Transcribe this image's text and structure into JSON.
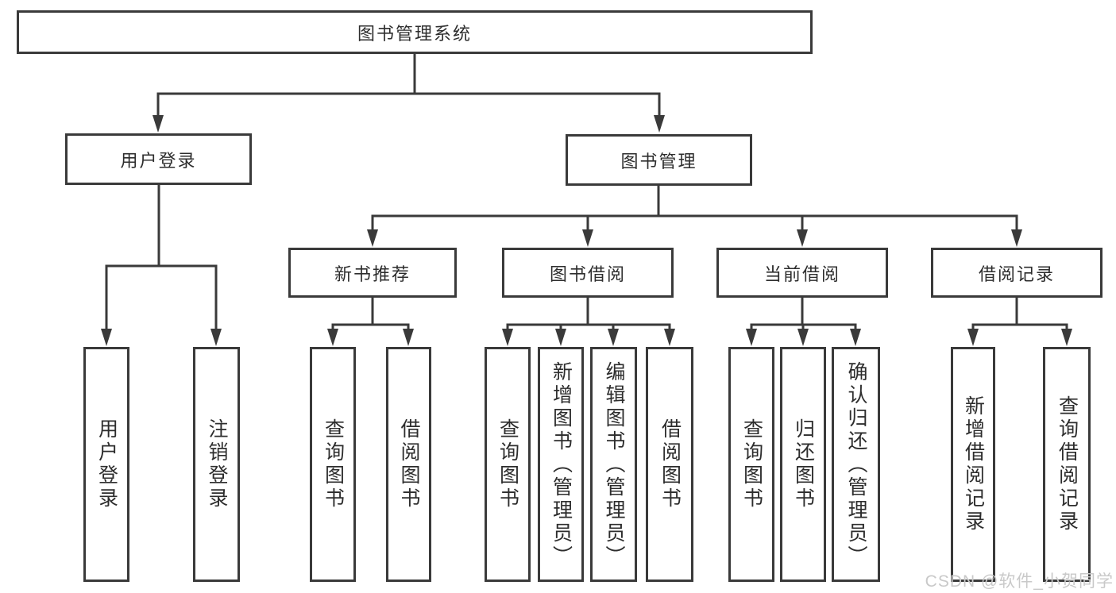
{
  "tree": {
    "label": "图书管理系统",
    "children": [
      {
        "label": "用户登录",
        "children": [
          {
            "label": "用户登录"
          },
          {
            "label": "注销登录"
          }
        ]
      },
      {
        "label": "图书管理",
        "children": [
          {
            "label": "新书推荐",
            "children": [
              {
                "label": "查询图书"
              },
              {
                "label": "借阅图书"
              }
            ]
          },
          {
            "label": "图书借阅",
            "children": [
              {
                "label": "查询图书"
              },
              {
                "label": "新增图书（管理员）"
              },
              {
                "label": "编辑图书（管理员）"
              },
              {
                "label": "借阅图书"
              }
            ]
          },
          {
            "label": "当前借阅",
            "children": [
              {
                "label": "查询图书"
              },
              {
                "label": "归还图书"
              },
              {
                "label": "确认归还（管理员）"
              }
            ]
          },
          {
            "label": "借阅记录",
            "children": [
              {
                "label": "新增借阅记录"
              },
              {
                "label": "查询借阅记录"
              }
            ]
          }
        ]
      }
    ]
  },
  "watermark": {
    "text": "CSDN @软件_小贺同学"
  },
  "colors": {
    "line": "#3a3a3a",
    "text": "#2d2d2d",
    "box_fill": "#ffffff",
    "watermark": "#c9c9c9",
    "background": "#ffffff"
  }
}
